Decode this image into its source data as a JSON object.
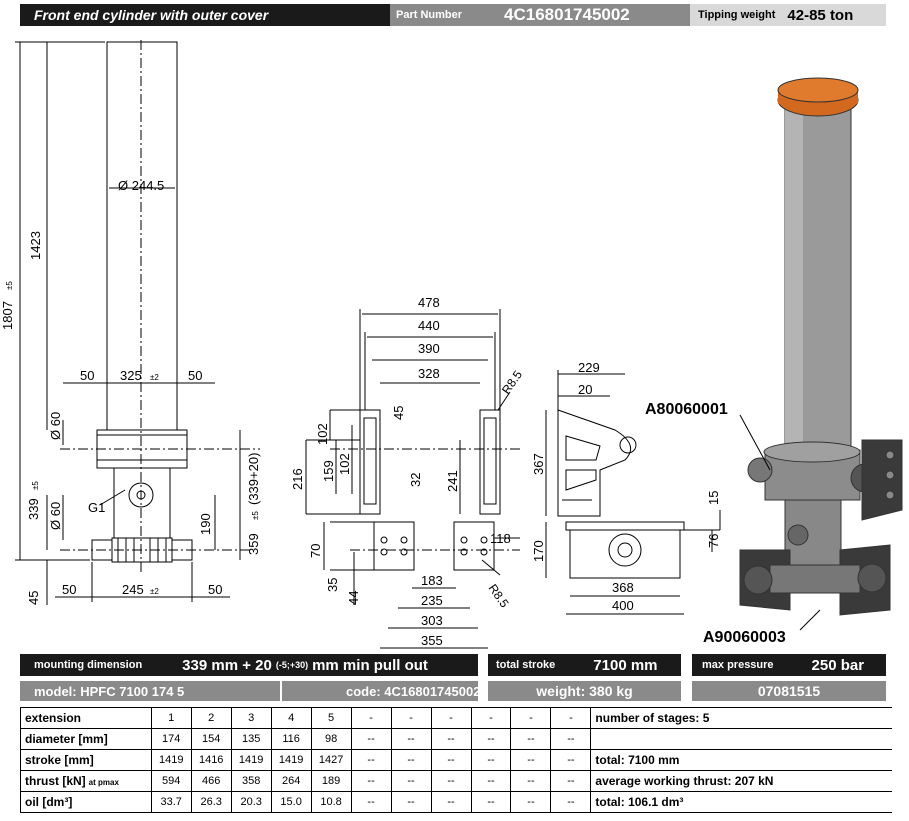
{
  "header": {
    "title": "Front end cylinder with outer cover",
    "part_number_label": "Part Number",
    "part_number": "4C16801745002",
    "tipping_weight_label": "Tipping weight",
    "tipping_weight": "42-85 ton"
  },
  "drawing": {
    "cyl": {
      "dia": "244.5",
      "h1807": "1807",
      "tol5": "±5",
      "h1423": "1423",
      "d50a": "50",
      "d325": "325",
      "tol2": "±2",
      "d50b": "50",
      "dia60a": "60",
      "dia60b": "60",
      "h339": "339",
      "g1": "G1",
      "h190": "190",
      "h359": "359",
      "h359b": "(339+20)",
      "h45": "45",
      "d50c": "50",
      "d245": "245",
      "d50d": "50"
    },
    "bracket": {
      "d478": "478",
      "d440": "440",
      "d390": "390",
      "d328": "328",
      "r85a": "R8.5",
      "d45": "45",
      "d102a": "102",
      "d102b": "102",
      "d159": "159",
      "d216": "216",
      "d32": "32",
      "d241": "241",
      "d70": "70",
      "d118": "118",
      "d35": "35",
      "d44": "44",
      "d183": "183",
      "r85b": "R8.5",
      "d235": "235",
      "d303": "303",
      "d355": "355"
    },
    "side": {
      "d229": "229",
      "d20": "20",
      "d367": "367",
      "d15": "15",
      "d170": "170",
      "d76": "76",
      "d368": "368",
      "d400": "400"
    },
    "codes": {
      "a8": "A80060001",
      "a9": "A90060003"
    }
  },
  "colors": {
    "cap": "#d2691e",
    "body": "#9a9a9a",
    "dark": "#1a1a1a"
  },
  "info": {
    "mount_label": "mounting dimension",
    "mount_a": "339 mm + 20",
    "mount_b": "(-5;+30)",
    "mount_c": "mm min pull out",
    "stroke_label": "total stroke",
    "stroke_value": "7100 mm",
    "pressure_label": "max pressure",
    "pressure_value": "250 bar",
    "model": "model: HPFC 7100 174 5",
    "code": "code: 4C16801745002",
    "weight": "weight: 380 kg",
    "ref": "07081515"
  },
  "table": {
    "rows": [
      {
        "h": "extension",
        "hs": "",
        "v": [
          "1",
          "2",
          "3",
          "4",
          "5",
          "-",
          "-",
          "-",
          "-",
          "-",
          "-"
        ],
        "n": "number of stages: 5"
      },
      {
        "h": "diameter [mm]",
        "hs": "",
        "v": [
          "174",
          "154",
          "135",
          "116",
          "98",
          "--",
          "--",
          "--",
          "--",
          "--",
          "--"
        ],
        "n": ""
      },
      {
        "h": "stroke [mm]",
        "hs": "",
        "v": [
          "1419",
          "1416",
          "1419",
          "1419",
          "1427",
          "--",
          "--",
          "--",
          "--",
          "--",
          "--"
        ],
        "n": "total: 7100 mm"
      },
      {
        "h": "thrust [kN]",
        "hs": "at pmax",
        "v": [
          "594",
          "466",
          "358",
          "264",
          "189",
          "--",
          "--",
          "--",
          "--",
          "--",
          "--"
        ],
        "n": "average working thrust: 207 kN"
      },
      {
        "h": "oil [dm³]",
        "hs": "",
        "v": [
          "33.7",
          "26.3",
          "20.3",
          "15.0",
          "10.8",
          "--",
          "--",
          "--",
          "--",
          "--",
          "--"
        ],
        "n": "total: 106.1 dm³"
      }
    ]
  }
}
